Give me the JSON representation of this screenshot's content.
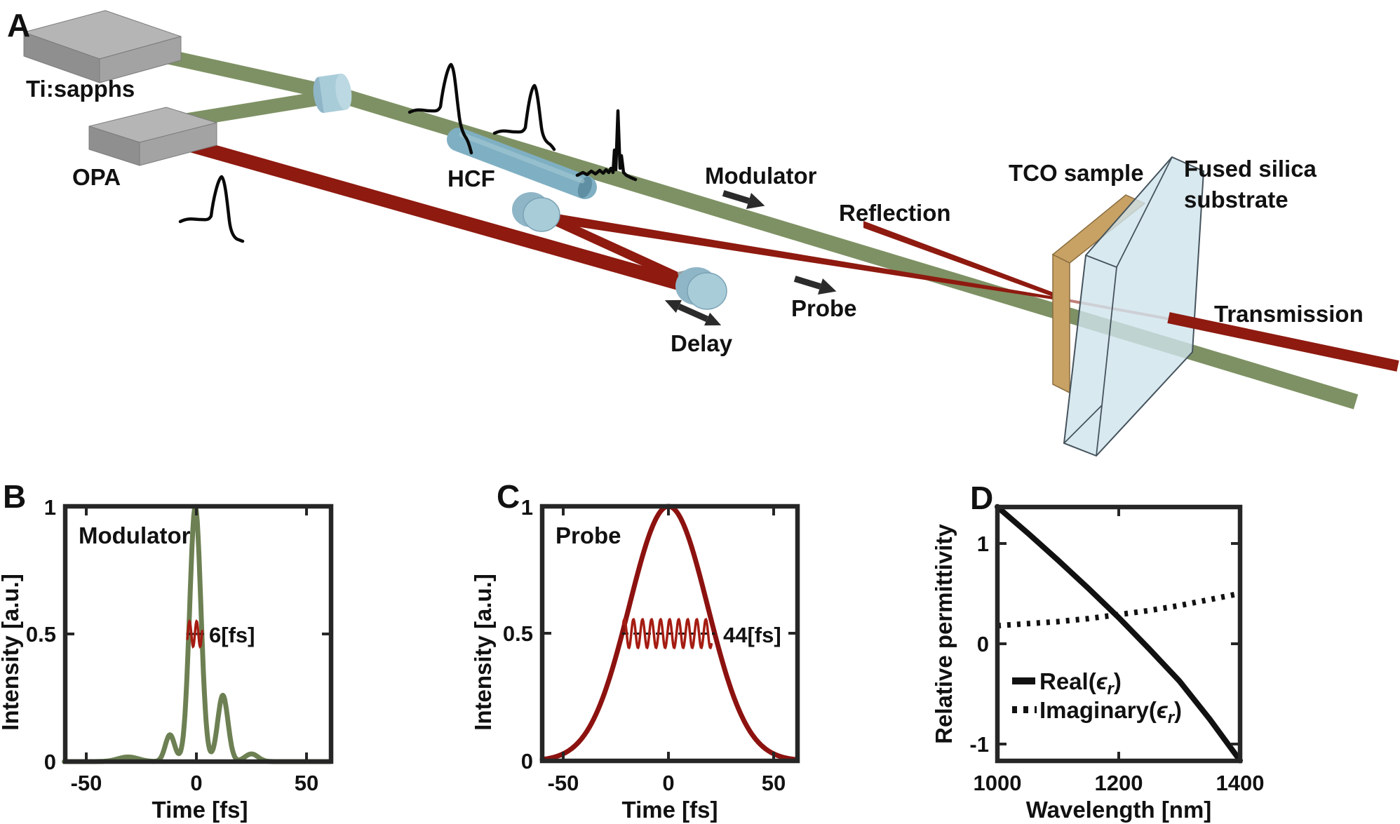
{
  "figure": {
    "panelA": {
      "letter": "A",
      "labels": {
        "ti_sapphs": "Ti:sapphs",
        "opa": "OPA",
        "hcf": "HCF",
        "modulator": "Modulator",
        "reflection": "Reflection",
        "probe": "Probe",
        "delay": "Delay",
        "tco_sample": "TCO sample",
        "fused_silica_line1": "Fused silica",
        "fused_silica_line2": "substrate",
        "transmission": "Transmission"
      },
      "colors": {
        "modulator_beam": "#7e9164",
        "probe_beam": "#8e1a10",
        "optic_blue": "#a9ccd9",
        "optic_blue_dark": "#8fb6c7",
        "hcf_tube": "#7fafc2",
        "box_gray": "#a8a8a8",
        "tco_tan": "#c8a265",
        "glass_blue": "#cfe4ec"
      }
    },
    "panelB": {
      "letter": "B"
    },
    "panelC": {
      "letter": "C"
    },
    "panelD": {
      "letter": "D"
    }
  },
  "chart_data": [
    {
      "id": "modulator_pulse",
      "panel": "B",
      "type": "line",
      "title": "Modulator",
      "xlabel": "Time [fs]",
      "ylabel": "Intensity [a.u.]",
      "xlim": [
        -60,
        61
      ],
      "ylim": [
        0,
        1
      ],
      "xticks": [
        -50,
        0,
        50
      ],
      "yticks": [
        0,
        0.5,
        1
      ],
      "grid": false,
      "legend_position": "none",
      "color": "#6d8053",
      "peaks": [
        {
          "center": -0.5,
          "height": 1.0,
          "fwhm": 6
        },
        {
          "center": 12,
          "height": 0.26,
          "fwhm": 5.5
        },
        {
          "center": -12,
          "height": 0.105,
          "fwhm": 5
        },
        {
          "center": 25,
          "height": 0.03,
          "fwhm": 7
        },
        {
          "center": -31,
          "height": 0.018,
          "fwhm": 11
        }
      ],
      "pulse_duration_label": "6[fs]",
      "carrier": {
        "center": -0.7,
        "half_span": 3.4,
        "amplitude": 0.05,
        "period": 3.2,
        "baseline": 0.5,
        "color": "#a51c12"
      },
      "marker_line": {
        "from": -4.6,
        "to": 3.4,
        "at": 0.5,
        "dashed": false
      }
    },
    {
      "id": "probe_pulse",
      "panel": "C",
      "type": "line",
      "title": "Probe",
      "xlabel": "Time [fs]",
      "ylabel": "Intensity [a.u.]",
      "xlim": [
        -60,
        61
      ],
      "ylim": [
        0,
        1
      ],
      "xticks": [
        -50,
        0,
        50
      ],
      "yticks": [
        0,
        0.5,
        1
      ],
      "grid": false,
      "legend_position": "none",
      "color": "#8c1210",
      "peaks": [
        {
          "center": 0,
          "height": 1.0,
          "fwhm": 44
        }
      ],
      "pulse_duration_label": "44[fs]",
      "carrier": {
        "center": -0.5,
        "half_span": 21,
        "amplitude": 0.056,
        "period": 4.3,
        "baseline": 0.5,
        "color": "#a51c12"
      },
      "marker_line": {
        "from": -22,
        "to": 22,
        "at": 0.5,
        "dashed": true
      }
    },
    {
      "id": "permittivity",
      "panel": "D",
      "type": "line",
      "xlabel": "Wavelength [nm]",
      "ylabel": "Relative permittivity",
      "xlim": [
        1000,
        1400
      ],
      "ylim": [
        -1.16,
        1.36
      ],
      "xticks": [
        1000,
        1200,
        1400
      ],
      "yticks": [
        -1,
        0,
        1
      ],
      "grid": false,
      "legend_position": "lower-left",
      "series": [
        {
          "name": "Real(eps_r)",
          "style": "solid",
          "color": "#111111",
          "x": [
            1000,
            1050,
            1100,
            1150,
            1200,
            1250,
            1300,
            1350,
            1400
          ],
          "y": [
            1.36,
            1.1,
            0.83,
            0.55,
            0.26,
            -0.05,
            -0.37,
            -0.75,
            -1.16
          ]
        },
        {
          "name": "Imaginary(eps_r)",
          "style": "dotted",
          "color": "#111111",
          "x": [
            1000,
            1050,
            1100,
            1150,
            1200,
            1250,
            1300,
            1350,
            1400
          ],
          "y": [
            0.18,
            0.2,
            0.22,
            0.25,
            0.29,
            0.33,
            0.38,
            0.44,
            0.5
          ]
        }
      ],
      "legend": {
        "entries": [
          {
            "prefix": "Real(",
            "symbol": "ϵ",
            "subscript": "r",
            "suffix": ")"
          },
          {
            "prefix": "Imaginary(",
            "symbol": "ϵ",
            "subscript": "r",
            "suffix": ")"
          }
        ]
      }
    }
  ]
}
